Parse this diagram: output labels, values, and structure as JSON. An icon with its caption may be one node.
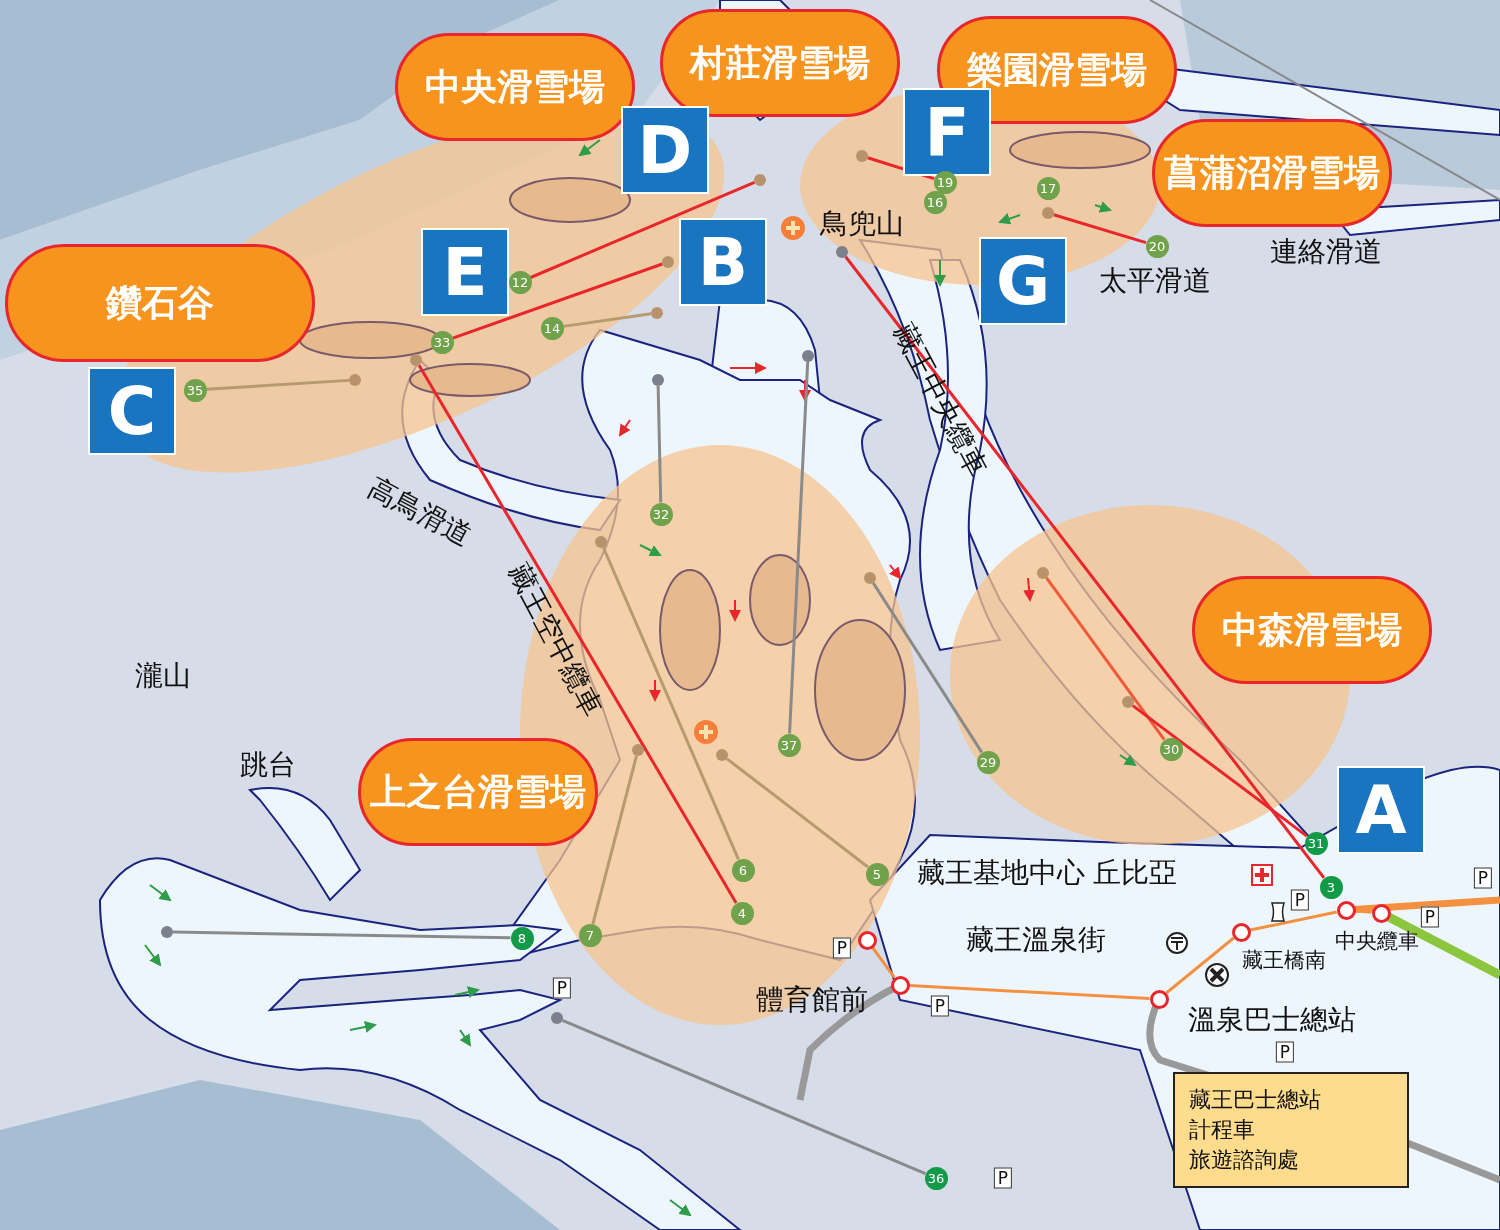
{
  "diagram": {
    "nodes": [
      {
        "text": [
          "村莊滑雪場"
        ]
      },
      {
        "text": [
          "樂園滑雪場"
        ]
      },
      {
        "text": [
          "中央滑雪場"
        ]
      },
      {
        "text": [
          "F"
        ]
      },
      {
        "text": [],
        "shape": "circle"
      },
      {
        "text": [],
        "shape": "circle"
      },
      {
        "text": [
          "D"
        ]
      },
      {
        "text": [
          "菖蒲沼滑雪場"
        ]
      },
      {
        "text": [
          "19"
        ]
      },
      {
        "text": [
          "17"
        ]
      },
      {
        "text": [
          "16"
        ]
      },
      {
        "text": [],
        "shape": "circle"
      },
      {
        "text": [],
        "shape": "circle"
      },
      {
        "text": [],
        "shape": "circle"
      },
      {
        "text": [
          "B"
        ]
      },
      {
        "text": [
          "20"
        ]
      },
      {
        "text": [
          "E"
        ]
      },
      {
        "text": [
          "G"
        ]
      },
      {
        "text": [
          "12"
        ]
      },
      {
        "text": [
          "鑽石谷"
        ]
      },
      {
        "text": [
          "14"
        ]
      },
      {
        "text": [],
        "shape": "circle"
      },
      {
        "text": [
          "33"
        ]
      },
      {
        "text": [],
        "shape": "circle"
      },
      {
        "text": [],
        "shape": "circle"
      },
      {
        "text": [],
        "shape": "circle"
      },
      {
        "text": [],
        "shape": "circle"
      },
      {
        "text": [
          "35"
        ]
      },
      {
        "text": [
          "C"
        ]
      },
      {
        "text": [
          "32"
        ]
      },
      {
        "text": [],
        "shape": "circle"
      },
      {
        "text": [],
        "shape": "circle"
      },
      {
        "text": [],
        "shape": "circle"
      },
      {
        "text": [
          "中森滑雪場"
        ]
      },
      {
        "text": [],
        "shape": "circle"
      },
      {
        "text": [
          "37"
        ]
      },
      {
        "text": [],
        "shape": "circle"
      },
      {
        "text": [],
        "shape": "circle"
      },
      {
        "text": [
          "30"
        ]
      },
      {
        "text": [
          "29"
        ]
      },
      {
        "text": [
          "上之台滑雪場"
        ]
      },
      {
        "text": [
          "A"
        ]
      },
      {
        "text": [
          "31"
        ]
      },
      {
        "text": [
          "6"
        ]
      },
      {
        "text": [
          "5"
        ]
      },
      {
        "text": [
          "3"
        ]
      },
      {
        "text": [
          "4"
        ]
      },
      {
        "text": [],
        "shape": "circle"
      },
      {
        "text": [],
        "shape": "circle"
      },
      {
        "text": [],
        "shape": "circle"
      },
      {
        "text": [],
        "shape": "circle"
      },
      {
        "text": [
          "7"
        ]
      },
      {
        "text": [
          "8"
        ]
      },
      {
        "text": [],
        "shape": "circle"
      },
      {
        "text": [],
        "shape": "circle"
      },
      {
        "text": [],
        "shape": "circle"
      },
      {
        "text": [],
        "shape": "circle"
      },
      {
        "text": [
          "藏王巴士總站",
          "計程車",
          "旅遊諮詢處"
        ]
      },
      {
        "text": [
          "36"
        ]
      }
    ],
    "edges": [
      {
        "from": 27,
        "to": 25,
        "arrow": "none",
        "color": "#b89a70"
      },
      {
        "from": 22,
        "to": 12,
        "arrow": "none",
        "color": "#e8262b"
      },
      {
        "from": 18,
        "to": 4,
        "arrow": "none",
        "color": "#e8262b"
      },
      {
        "from": 20,
        "to": 21,
        "arrow": "none",
        "color": "#b89a70"
      },
      {
        "from": 5,
        "to": 8,
        "arrow": "none",
        "color": "#e8262b"
      },
      {
        "from": 15,
        "to": 11,
        "arrow": "none",
        "color": "#e8262b"
      },
      {
        "from": 29,
        "to": 26,
        "arrow": "none",
        "color": "#8a8a8a"
      },
      {
        "from": 35,
        "to": 24,
        "arrow": "none",
        "color": "#8a8a8a"
      },
      {
        "from": 46,
        "to": 23,
        "arrow": "none",
        "color": "#e8262b"
      },
      {
        "from": 43,
        "to": 30,
        "arrow": "none",
        "color": "#b89a70"
      },
      {
        "from": 44,
        "to": 37,
        "arrow": "none",
        "color": "#b89a70"
      },
      {
        "from": 51,
        "to": 36,
        "arrow": "none",
        "color": "#b89a70"
      },
      {
        "from": 52,
        "to": 49,
        "arrow": "none",
        "color": "#8a8a8a"
      },
      {
        "from": 58,
        "to": 56,
        "arrow": "none",
        "color": "#8a8a8a"
      },
      {
        "from": 39,
        "to": 32,
        "arrow": "none",
        "color": "#8a8a8a"
      },
      {
        "from": 38,
        "to": 31,
        "arrow": "none",
        "color": "#f05a3a"
      },
      {
        "from": 42,
        "to": 34,
        "arrow": "none",
        "color": "#e8262b"
      },
      {
        "from": 45,
        "to": 13,
        "arrow": "none",
        "color": "#e8262b"
      },
      {
        "from": 53,
        "to": 54,
        "arrow": "none",
        "color": "#f39140"
      },
      {
        "from": 54,
        "to": 55,
        "arrow": "none",
        "color": "#f39140"
      },
      {
        "from": 55,
        "to": 50,
        "arrow": "none",
        "color": "#f39140"
      },
      {
        "from": 50,
        "to": 47,
        "arrow": "none",
        "color": "#f39140"
      },
      {
        "from": 47,
        "to": 48,
        "arrow": "none",
        "color": "#f39140"
      }
    ],
    "labels": [
      "鳥兜山",
      "連絡滑道",
      "太平滑道",
      "藏王中央纜車",
      "高鳥滑道",
      "藏王空中纜車",
      "瀧山",
      "跳台",
      "藏王基地中心 丘比亞",
      "P",
      "P",
      "P",
      "中央纜車",
      "藏王溫泉街",
      "P",
      "藏王橋南",
      "P",
      "體育館前",
      "P",
      "溫泉巴士總站",
      "P",
      "P"
    ]
  }
}
